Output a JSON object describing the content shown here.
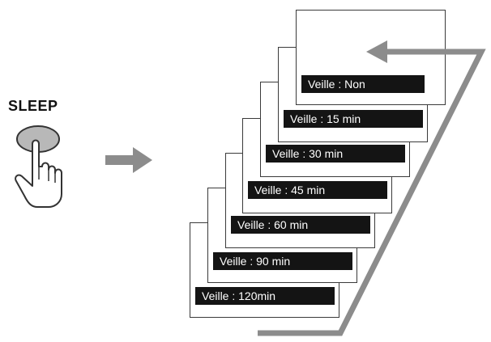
{
  "button": {
    "label": "SLEEP"
  },
  "icons": {
    "hand": "hand-pressing-button-icon",
    "arrow": "right-arrow-icon",
    "cycle": "cycle-return-arrow-icon"
  },
  "menu_states": [
    {
      "label": "Veille : 120min"
    },
    {
      "label": "Veille : 90 min"
    },
    {
      "label": "Veille : 60 min"
    },
    {
      "label": "Veille : 45 min"
    },
    {
      "label": "Veille : 30 min"
    },
    {
      "label": "Veille : 15 min"
    },
    {
      "label": "Veille : Non"
    }
  ],
  "colors": {
    "label_background": "#141414",
    "label_text": "#ffffff",
    "card_border": "#3a3a3a",
    "arrow_gray": "#8c8c8c"
  }
}
